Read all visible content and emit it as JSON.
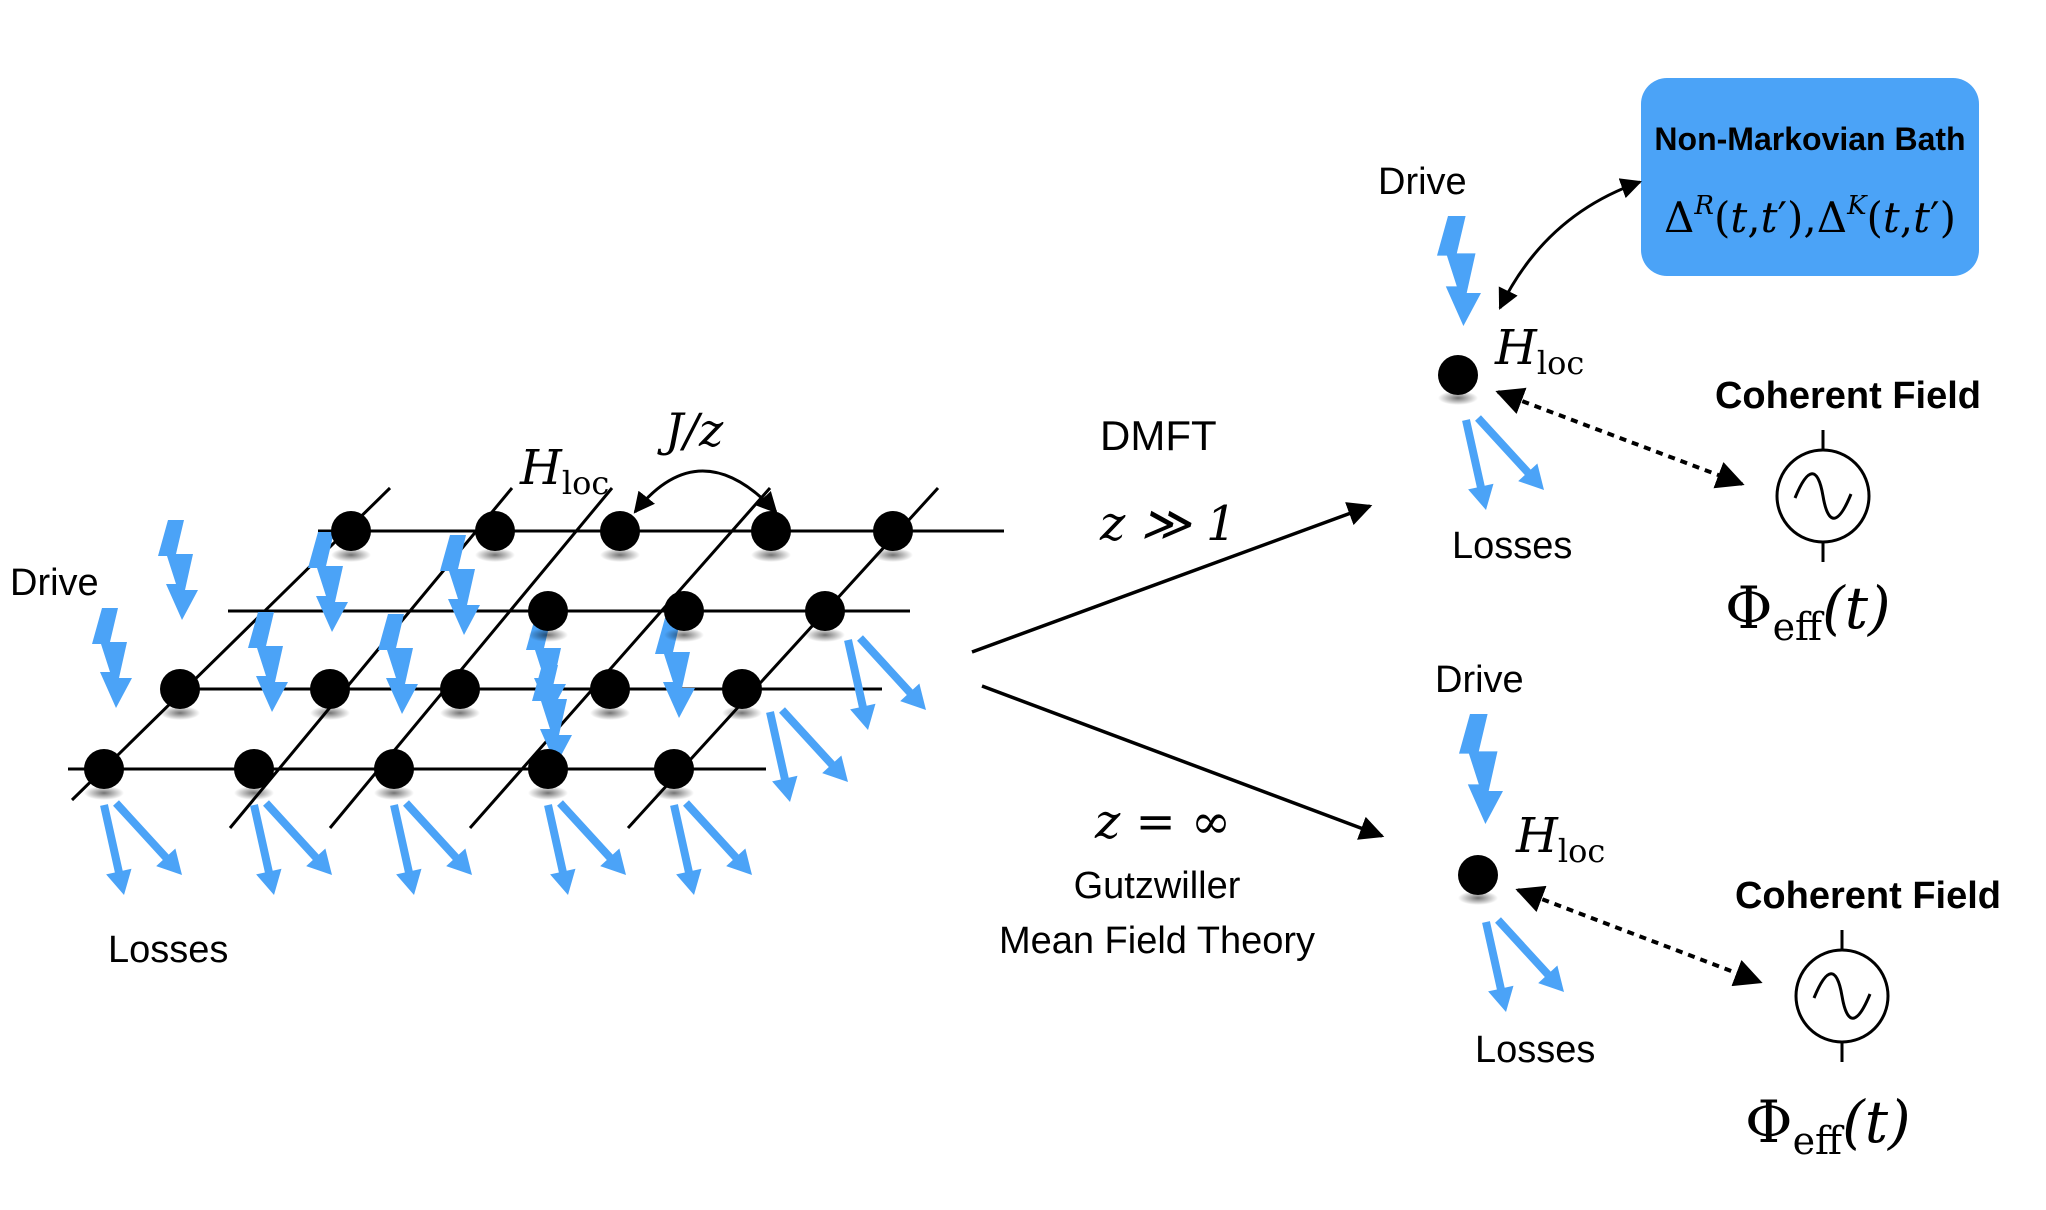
{
  "lattice": {
    "drive_label": "Drive",
    "losses_label": "Losses",
    "hopping_label": "J/z",
    "local_label": {
      "main": "H",
      "sub": "loc"
    }
  },
  "dmft_branch": {
    "method_label": "DMFT",
    "condition_label": "z ≫ 1",
    "drive_label": "Drive",
    "losses_label": "Losses",
    "local_label": {
      "main": "H",
      "sub": "loc"
    },
    "bath": {
      "title": "Non-Markovian Bath",
      "formula": "ΔR(t,t′),ΔK(t,t′)",
      "color": "#4ba3f7"
    },
    "field": {
      "title": "Coherent Field",
      "symbol": {
        "main": "Φ",
        "sub": "eff",
        "arg": "(t)"
      }
    }
  },
  "gutzwiller_branch": {
    "condition_label": "z = ∞",
    "method_label_line1": "Gutzwiller",
    "method_label_line2": "Mean Field Theory",
    "drive_label": "Drive",
    "losses_label": "Losses",
    "local_label": {
      "main": "H",
      "sub": "loc"
    },
    "field": {
      "title": "Coherent Field",
      "symbol": {
        "main": "Φ",
        "sub": "eff",
        "arg": "(t)"
      }
    }
  },
  "colors": {
    "accent": "#4ba3f7",
    "ink": "#000000"
  }
}
